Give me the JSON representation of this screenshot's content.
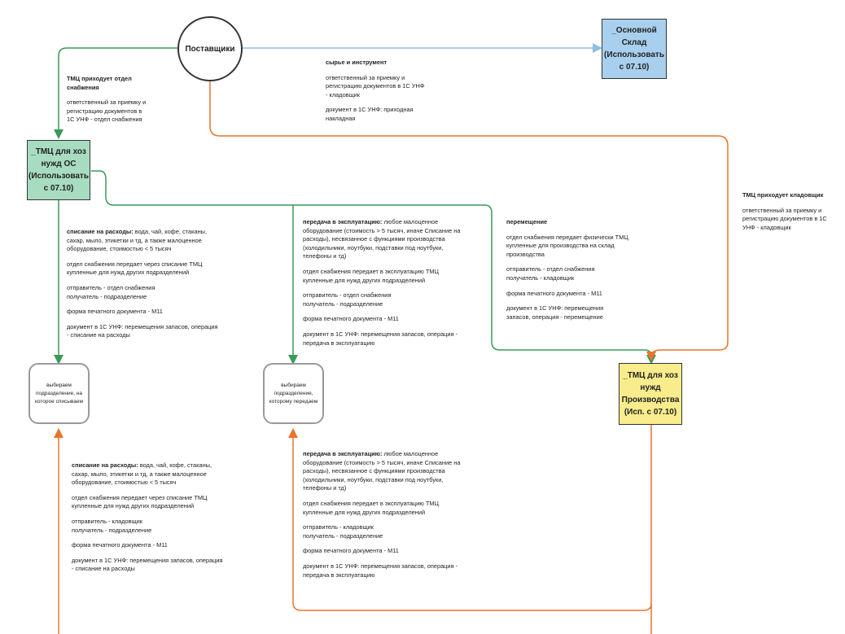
{
  "colors": {
    "green": "#3a9a58",
    "orange": "#e8742c",
    "blue": "#8fbfe3"
  },
  "nodes": {
    "suppliers": "Поставщики",
    "main_warehouse": "_Основной Склад (Использовать с 07.10)",
    "tmc_os": "_ТМЦ для хоз нужд ОС (Использовать с 07.10)",
    "tmc_production": "_ТМЦ для хоз нужд Производства (Исп. с 07.10)",
    "choose_writeoff": "выбираем подразделение, на которое списываем",
    "choose_transfer": "выбираем подразделение, которому передаем"
  },
  "notes": {
    "supply_dept": {
      "title": "ТМЦ приходует отдел снабжения",
      "p1": "ответственный за приемку и регистрацию документов в 1С УНФ  - отдел снабжения"
    },
    "raw_material": {
      "title": "сырье и инструмент",
      "p1": "ответственный за приемку и регистрацию документов в 1С УНФ  - кладовщик",
      "p2": "документ в 1С УНФ: приходная накладная"
    },
    "storekeeper": {
      "title": "ТМЦ приходует кладовщик",
      "p1": "ответственный за приемку и регистрацию документов в 1С УНФ  - кладовщик"
    },
    "writeoff_top": {
      "bold": "списание на расходы:",
      "rest": " вода, чай, кофе, стаканы, сахар, мыло, этикетки и тд, а также малоценное оборудование, стоимостью < 5 тысяч",
      "p2": "отдел снабжения передает через списание ТМЦ купленные для нужд других подразделений",
      "p3": "отправитель - отдел снабжения\nполучатель - подразделение",
      "p4": "форма печатного документа - М11",
      "p5": "документ в 1С УНФ: перемещения запасов, операция - списание на расходы"
    },
    "transfer_top": {
      "bold": "передача в эксплуатацию:",
      "rest": " любое малоценное оборудование (стоимость > 5 тысяч, иначе Списание на расходы), несвязанное с функциями производства (холодильники, ноутбуки, подставки под ноутбуки, телефоны и тд)",
      "p2": "отдел снабжения передает в эксплуатацию ТМЦ купленные для нужд других подразделений",
      "p3": "отправитель - отдел снабжения\nполучатель - подразделение",
      "p4": "форма печатного документа - М11",
      "p5": "документ в 1С УНФ: перемещения запасов, операция - передача в эксплуатацию"
    },
    "move": {
      "title": "перемещение",
      "p1": "отдел снабжения передает физически ТМЦ купленные для производства на склад производства",
      "p2": "отправитель - отдел снабжения\nполучатель - кладовщик",
      "p3": "форма печатного документа - М11",
      "p4": "документ в 1С УНФ: перемещения запасов, операция - перемещение"
    },
    "writeoff_bottom": {
      "bold": "списание на расходы:",
      "rest": " вода, чай, кофе, стаканы, сахар, мыло, этикетки и тд, а также малоценное оборудование, стоимостью < 5 тысяч",
      "p2": "отдел снабжения передает через списание ТМЦ купленные для нужд других подразделений",
      "p3": "отправитель - кладовщик\nполучатель - подразделение",
      "p4": "форма печатного документа - М11",
      "p5": "документ в 1С УНФ: перемещения запасов, операция - списание на расходы"
    },
    "transfer_bottom": {
      "bold": "передача в эксплуатацию:",
      "rest": " любое малоценное оборудование (стоимость > 5 тысяч, иначе Списание на расходы), несвязанное с функциями производства (холодильники, ноутбуки, подставки под ноутбуки, телефоны и тд)",
      "p2": "отдел снабжения передает в эксплуатацию ТМЦ купленные для нужд других подразделений",
      "p3": "отправитель - кладовщик\nполучатель - подразделение",
      "p4": "форма печатного документа - М11",
      "p5": "документ в 1С УНФ: перемещения запасов, операция - передача в эксплуатацию"
    }
  }
}
